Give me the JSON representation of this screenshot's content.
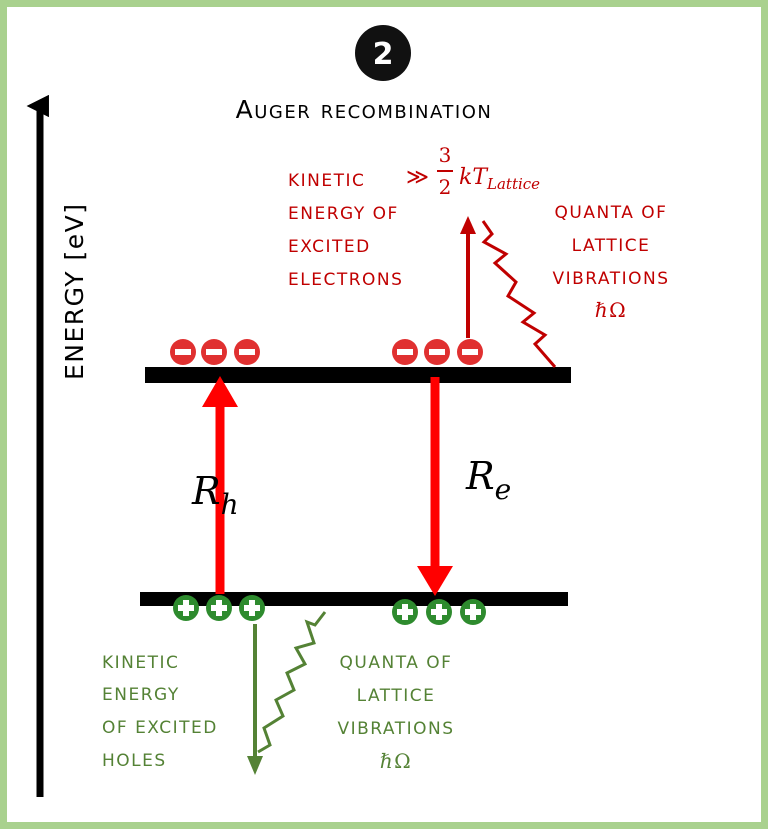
{
  "badge": "2",
  "title": "Auger recombination",
  "axis_label": "ENERGY [eV]",
  "colors": {
    "frame": "#a9d18e",
    "electron": "#c00000",
    "hole": "#548235",
    "arrow": "#ff0000",
    "band": "#000000"
  },
  "electrons": {
    "text_lines": [
      "KINETIC",
      "ENERGY OF",
      "EXCITED",
      "ELECTRONS"
    ],
    "math_prefix": "≫",
    "frac_num": "3",
    "frac_den": "2",
    "kT": "kT",
    "lattice_sub": "Lattice",
    "quanta_lines": [
      "QUANTA OF",
      "LATTICE",
      "VIBRATIONS"
    ],
    "hbar_omega": "ℏΩ"
  },
  "holes": {
    "text_lines": [
      "KINETIC",
      "ENERGY",
      "OF EXCITED",
      "HOLES"
    ],
    "quanta_lines": [
      "QUANTA OF",
      "LATTICE",
      "VIBRATIONS"
    ],
    "hbar_omega": "ℏΩ"
  },
  "rates": {
    "left_main": "R",
    "left_sub": "h",
    "right_main": "R",
    "right_sub": "e"
  },
  "symbols": {
    "electron": "−",
    "hole": "+"
  }
}
